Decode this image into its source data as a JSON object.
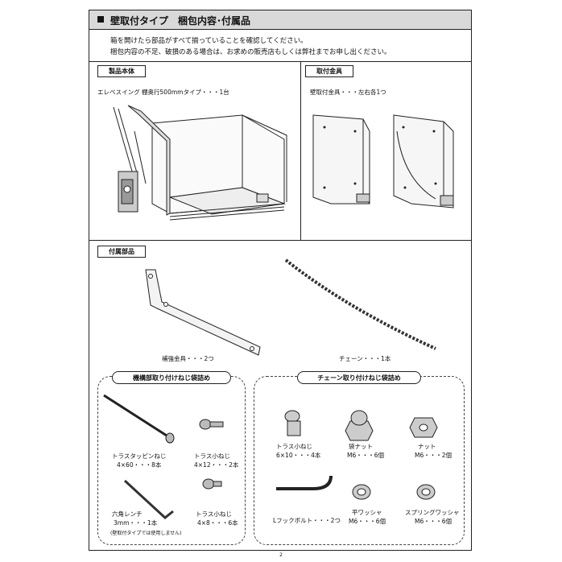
{
  "title": "壁取付タイプ　梱包内容･付属品",
  "notice": [
    "箱を開けたら部品がすべて揃っていることを確認してください。",
    "梱包内容の不足、破損のある場合は、お求めの販売店もしくは弊社までお申し出ください。"
  ],
  "sections": {
    "product": {
      "tag": "製品本体",
      "caption": "エレベスイング 棚奥行500mmタイプ・・・1台"
    },
    "bracket": {
      "tag": "取付金具",
      "caption": "壁取付金具・・・左右各1つ"
    },
    "accessories": {
      "tag": "付属部品",
      "reinforce": "補強金具・・・2つ",
      "chain": "チェーン・・・1本"
    }
  },
  "mechanism_bag": {
    "title": "機構部取り付けねじ袋詰め",
    "tapping": {
      "name": "トラスタッピンねじ",
      "spec": "4×60・・・8本"
    },
    "truss12": {
      "name": "トラス小ねじ",
      "spec": "4×12・・・2本"
    },
    "wrench": {
      "name": "六角レンチ",
      "spec": "3mm・・・1本",
      "note": "(壁取付タイプでは使用しません)"
    },
    "truss8": {
      "name": "トラス小ねじ",
      "spec": "4×8・・・6本"
    }
  },
  "chain_bag": {
    "title": "チェーン取り付けねじ袋詰め",
    "truss": {
      "name": "トラス小ねじ",
      "spec": "6×10・・・4本"
    },
    "capnut": {
      "name": "袋ナット",
      "spec": "M6・・・6個"
    },
    "nut": {
      "name": "ナット",
      "spec": "M6・・・2個"
    },
    "lbolt": {
      "name": "Lフックボルト・・・2つ"
    },
    "washer": {
      "name": "平ワッシャ",
      "spec": "M6・・・6個"
    },
    "spring": {
      "name": "スプリングワッシャ",
      "spec": "M6・・・6個"
    }
  },
  "page_number": "2"
}
